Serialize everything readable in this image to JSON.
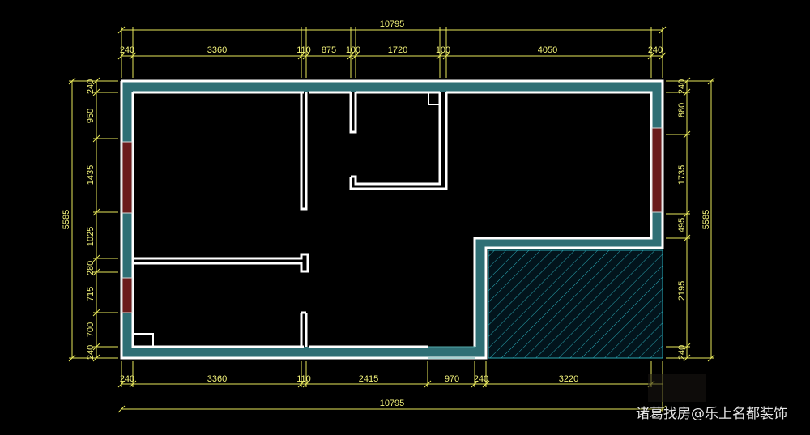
{
  "dimensions": {
    "top_total": "10795",
    "top_segments": [
      "240",
      "3360",
      "110",
      "875",
      "100",
      "1720",
      "100",
      "4050",
      "240"
    ],
    "bottom_total": "10795",
    "bottom_segments": [
      "240",
      "3360",
      "110",
      "2415",
      "970",
      "240",
      "3220"
    ],
    "left_total": "5585",
    "left_segments": [
      "240",
      "950",
      "1435",
      "1025",
      "280",
      "715",
      "700",
      "240"
    ],
    "right_total": "5585",
    "right_segments": [
      "240",
      "880",
      "1735",
      "495",
      "2195",
      "240"
    ]
  },
  "watermark": "诸葛找房@乐上名都装饰",
  "colors": {
    "background": "#000000",
    "dimension": "#e8e85a",
    "wall": "#ffffff",
    "wall_fill": "#2f6f75",
    "window": "#6b1b1b",
    "hatch": "#2aa7b4"
  }
}
